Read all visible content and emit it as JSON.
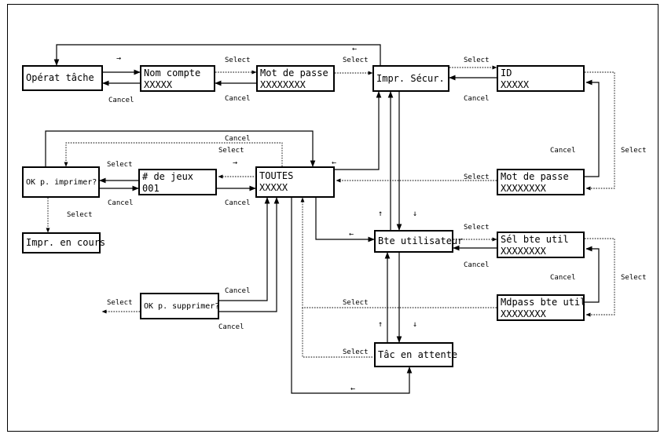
{
  "boxes": {
    "operat_tache": [
      "Opérat tâche"
    ],
    "nom_compte": [
      "Nom compte",
      "XXXXX"
    ],
    "mot_de_passe_1": [
      "Mot de passe",
      "XXXXXXXX"
    ],
    "impr_secur": [
      "Impr. Sécur."
    ],
    "id": [
      "ID",
      "XXXXX"
    ],
    "ok_imprimer": [
      "OK p. imprimer?"
    ],
    "nb_jeux": [
      "# de jeux",
      "001"
    ],
    "toutes": [
      "TOUTES",
      "XXXXX"
    ],
    "mot_de_passe_2": [
      "Mot de passe",
      "XXXXXXXX"
    ],
    "impr_en_cours": [
      "Impr. en cours"
    ],
    "bte_utilisateur": [
      "Bte utilisateur"
    ],
    "sel_bte_util": [
      "Sél bte util",
      "XXXXXXXX"
    ],
    "ok_supprimer": [
      "OK p. supprimer?"
    ],
    "mdpass_bte_util": [
      "Mdpass bte util",
      "XXXXXXXX"
    ],
    "tac_en_attente": [
      "Tâc en attente"
    ]
  },
  "labels": {
    "select": "Select",
    "cancel": "Cancel"
  },
  "arrows": {
    "right": "→",
    "left": "←",
    "up": "↑",
    "down": "↓"
  }
}
